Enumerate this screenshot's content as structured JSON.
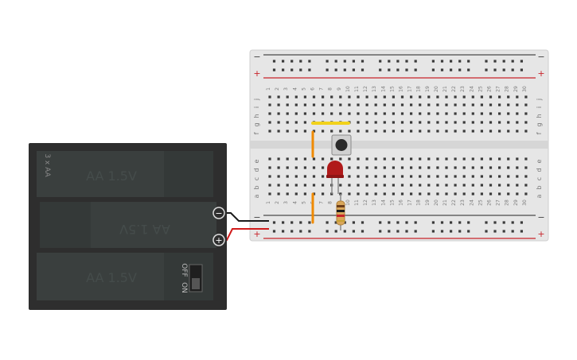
{
  "breadboard": {
    "columns": 30,
    "rows_top": [
      "j",
      "i",
      "h",
      "g",
      "f"
    ],
    "rows_bottom": [
      "e",
      "d",
      "c",
      "b",
      "a"
    ],
    "rail_minus": "−",
    "rail_plus": "+"
  },
  "battery": {
    "pack_label": "3 x AA",
    "cell_label": "AA 1.5V",
    "switch_off": "OFF",
    "switch_on": "ON",
    "terminal_minus": "−",
    "terminal_plus": "+"
  },
  "colors": {
    "board": "#e6e6e6",
    "rail_red": "#c8242b",
    "rail_dark": "#4a4a4a",
    "pack": "#2e2e2e",
    "cell": "#3a3f3e",
    "led": "#b01a1a",
    "wire_yellow": "#f2d21b",
    "wire_orange": "#f08a00",
    "lead_black": "#1a1a1a",
    "lead_red": "#d01a1a"
  }
}
